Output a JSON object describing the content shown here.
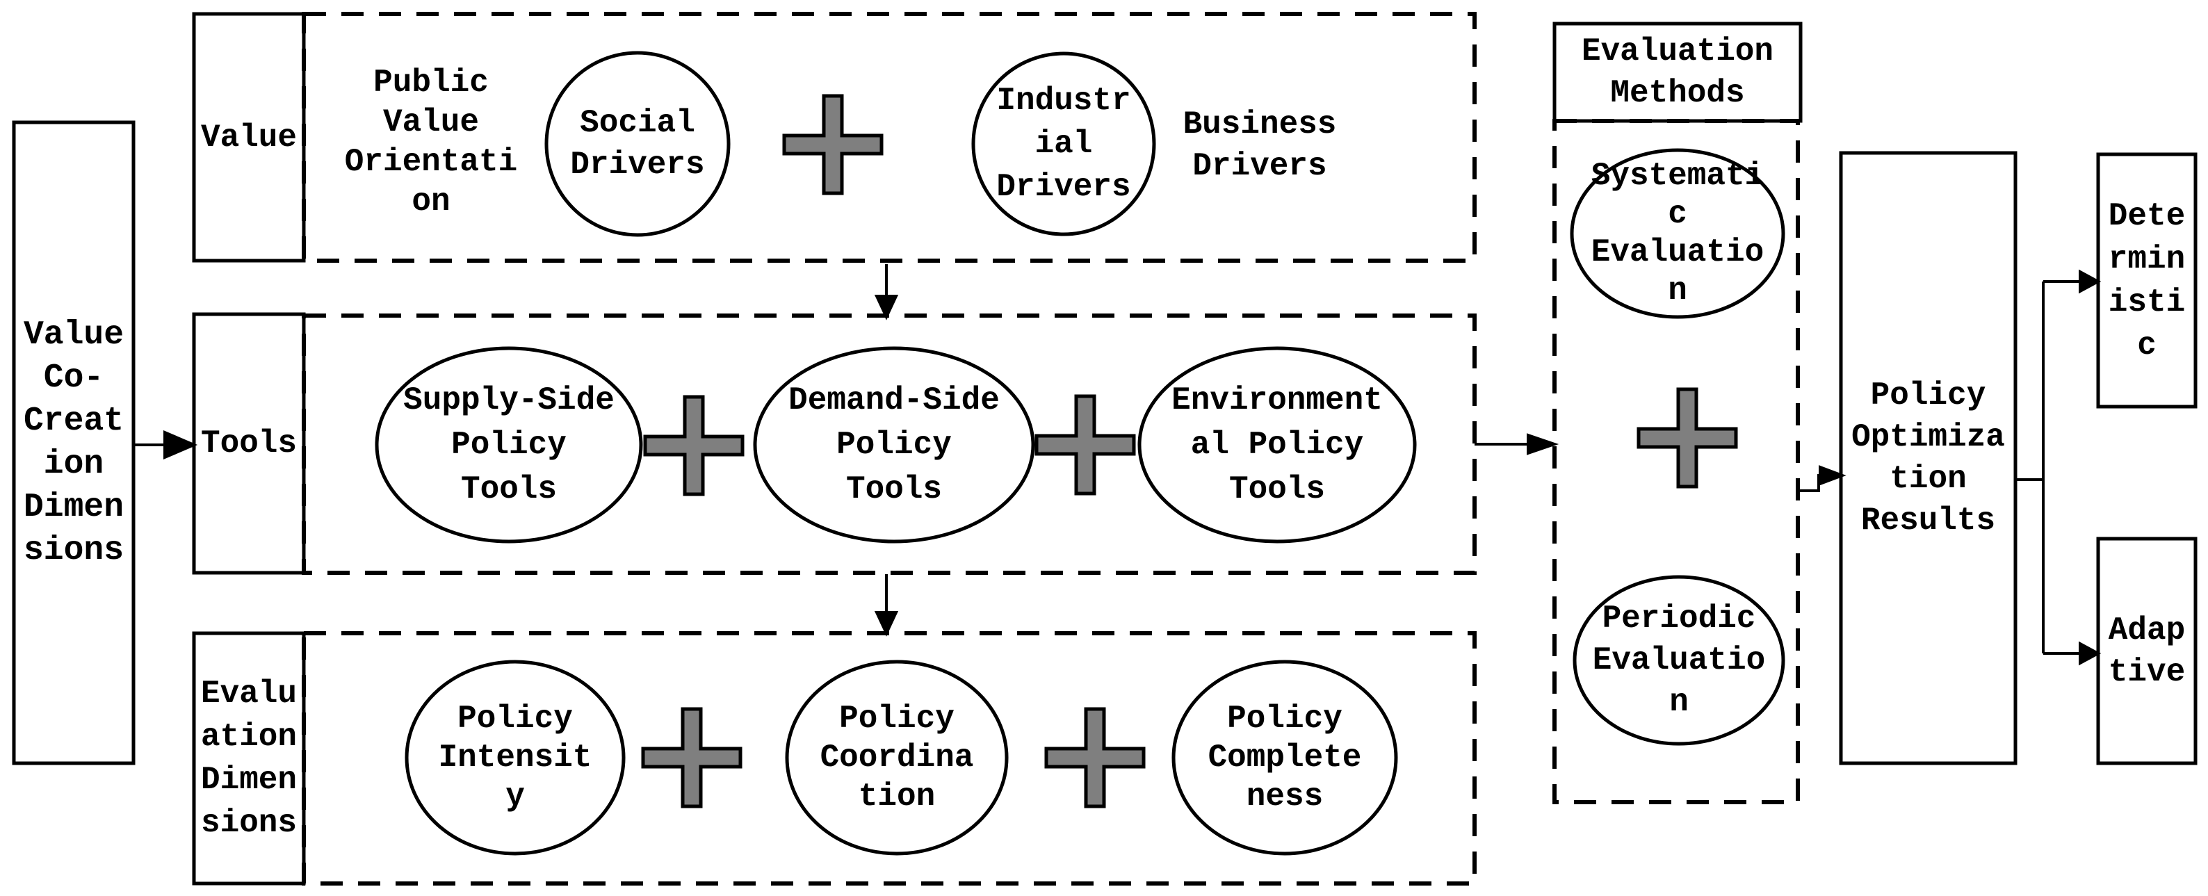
{
  "nodes": {
    "value_cocreation": "Value\nCo-\nCreat\nion\nDimen\nsions",
    "row_value_label": "Value",
    "public_value": "Public\nValue\nOrientati\non",
    "social_drivers": "Social\nDrivers",
    "industrial_drivers": "Industr\nial\nDrivers",
    "business_drivers": "Business\nDrivers",
    "row_tools_label": "Tools",
    "supply_side": "Supply-Side\nPolicy\nTools",
    "demand_side": "Demand-Side\nPolicy\nTools",
    "environmental": "Environment\nal Policy\nTools",
    "row_evaluation_label": "Evalu\nation\nDimen\nsions",
    "policy_intensity": "Policy\nIntensit\ny",
    "policy_coordination": "Policy\nCoordina\ntion",
    "policy_completeness": "Policy\nComplete\nness",
    "evaluation_methods": "Evaluation\nMethods",
    "systematic_evaluation": "Systemati\nc\nEvaluatio\nn",
    "periodic_evaluation": "Periodic\nEvaluatio\nn",
    "policy_optimization": "Policy\nOptimiza\ntion\nResults",
    "deterministic": "Dete\nrmin\nisti\nc",
    "adaptive": "Adap\ntive"
  },
  "operators": {
    "plus_symbol": "+"
  },
  "colors": {
    "plus_fill": "#7f7f7f",
    "line": "#000000",
    "background": "#ffffff"
  }
}
